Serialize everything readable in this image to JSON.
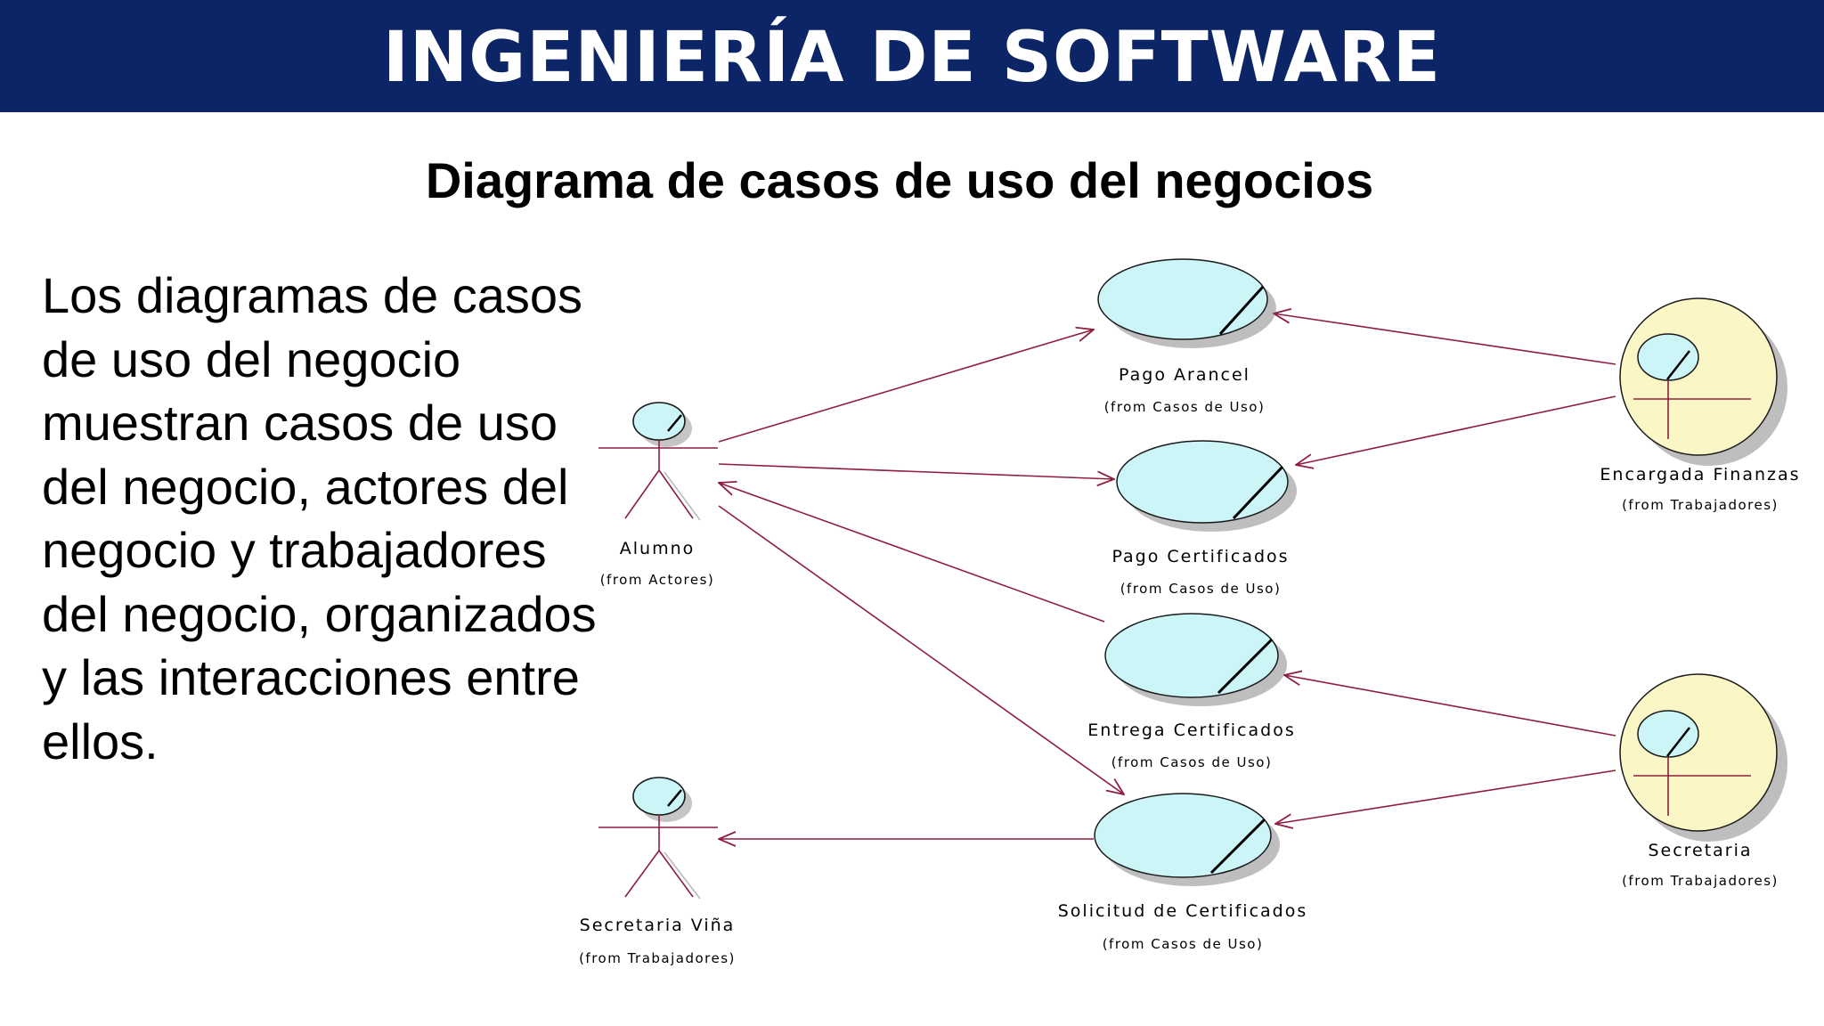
{
  "header": {
    "title": "INGENIERÍA DE SOFTWARE"
  },
  "slide": {
    "subtitle": "Diagrama de casos de uso del negocios",
    "paragraph": "Los diagramas de casos de uso del negocio muestran casos de uso del negocio, actores del negocio y trabajadores del negocio, organizados y las interacciones entre ellos."
  },
  "colors": {
    "header_bg": "#0b2566",
    "usecase_fill": "#ccf5f7",
    "worker_fill": "#fbf6c5",
    "line": "#8f1e3e"
  },
  "diagram": {
    "use_cases": [
      {
        "name": "Pago Arancel",
        "from": "(from Casos de Uso)"
      },
      {
        "name": "Pago Certificados",
        "from": "(from Casos de Uso)"
      },
      {
        "name": "Entrega Certificados",
        "from": "(from Casos de Uso)"
      },
      {
        "name": "Solicitud de Certificados",
        "from": "(from Casos de Uso)"
      }
    ],
    "actors": [
      {
        "name": "Alumno",
        "from": "(from Actores)"
      },
      {
        "name": "Secretaria Viña",
        "from": "(from Trabajadores)"
      }
    ],
    "workers": [
      {
        "name": "Encargada Finanzas",
        "from": "(from Trabajadores)"
      },
      {
        "name": "Secretaria",
        "from": "(from Trabajadores)"
      }
    ]
  }
}
